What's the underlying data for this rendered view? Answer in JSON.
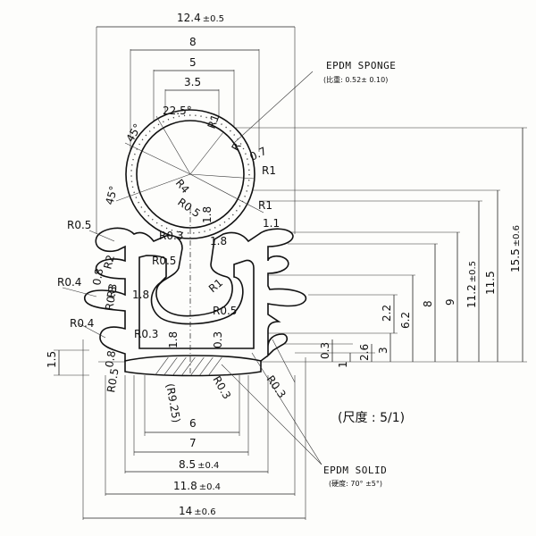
{
  "drawing": {
    "sponge_label": "EPDM SPONGE",
    "sponge_note": "(比重: 0.52± 0.10)",
    "solid_label": "EPDM SOLID",
    "solid_note": "(硬度: 70° ±5°)",
    "scale_note": "(尺度 : 5/1)"
  },
  "horizontal_dims": [
    {
      "value": "12.4",
      "tol": "±0.5"
    },
    {
      "value": "8",
      "tol": ""
    },
    {
      "value": "5",
      "tol": ""
    },
    {
      "value": "3.5",
      "tol": ""
    },
    {
      "value": "6",
      "tol": ""
    },
    {
      "value": "7",
      "tol": ""
    },
    {
      "value": "8.5",
      "tol": "±0.4"
    },
    {
      "value": "11.8",
      "tol": "±0.4"
    },
    {
      "value": "14",
      "tol": "±0.6"
    }
  ],
  "vertical_dims": [
    {
      "value": "15.5",
      "tol": "±0.6"
    },
    {
      "value": "11.5",
      "tol": ""
    },
    {
      "value": "11.2",
      "tol": "±0.5"
    },
    {
      "value": "9",
      "tol": ""
    },
    {
      "value": "8",
      "tol": ""
    },
    {
      "value": "6.2",
      "tol": ""
    },
    {
      "value": "2.2",
      "tol": ""
    },
    {
      "value": "3",
      "tol": ""
    },
    {
      "value": "2.6",
      "tol": ""
    },
    {
      "value": "1",
      "tol": ""
    },
    {
      "value": "0.3",
      "tol": ""
    },
    {
      "value": "1.5",
      "tol": ""
    }
  ],
  "callouts": [
    "22.5°",
    "45°",
    "45°",
    "R1",
    "R",
    "0.7",
    "R1",
    "R1",
    "R4",
    "R0.5",
    "1.8",
    "1.1",
    "R0.5",
    "R0.3",
    "1.8",
    "R0.5",
    "R2",
    "R3",
    "R0.4",
    "0.8",
    "R0.3",
    "1.8",
    "R1",
    "R0.5",
    "R0.4",
    "R0.3",
    "1.8",
    "0.3",
    "0.8",
    "R0.5",
    "(R9.25)",
    "R0.3",
    "R0.3"
  ]
}
